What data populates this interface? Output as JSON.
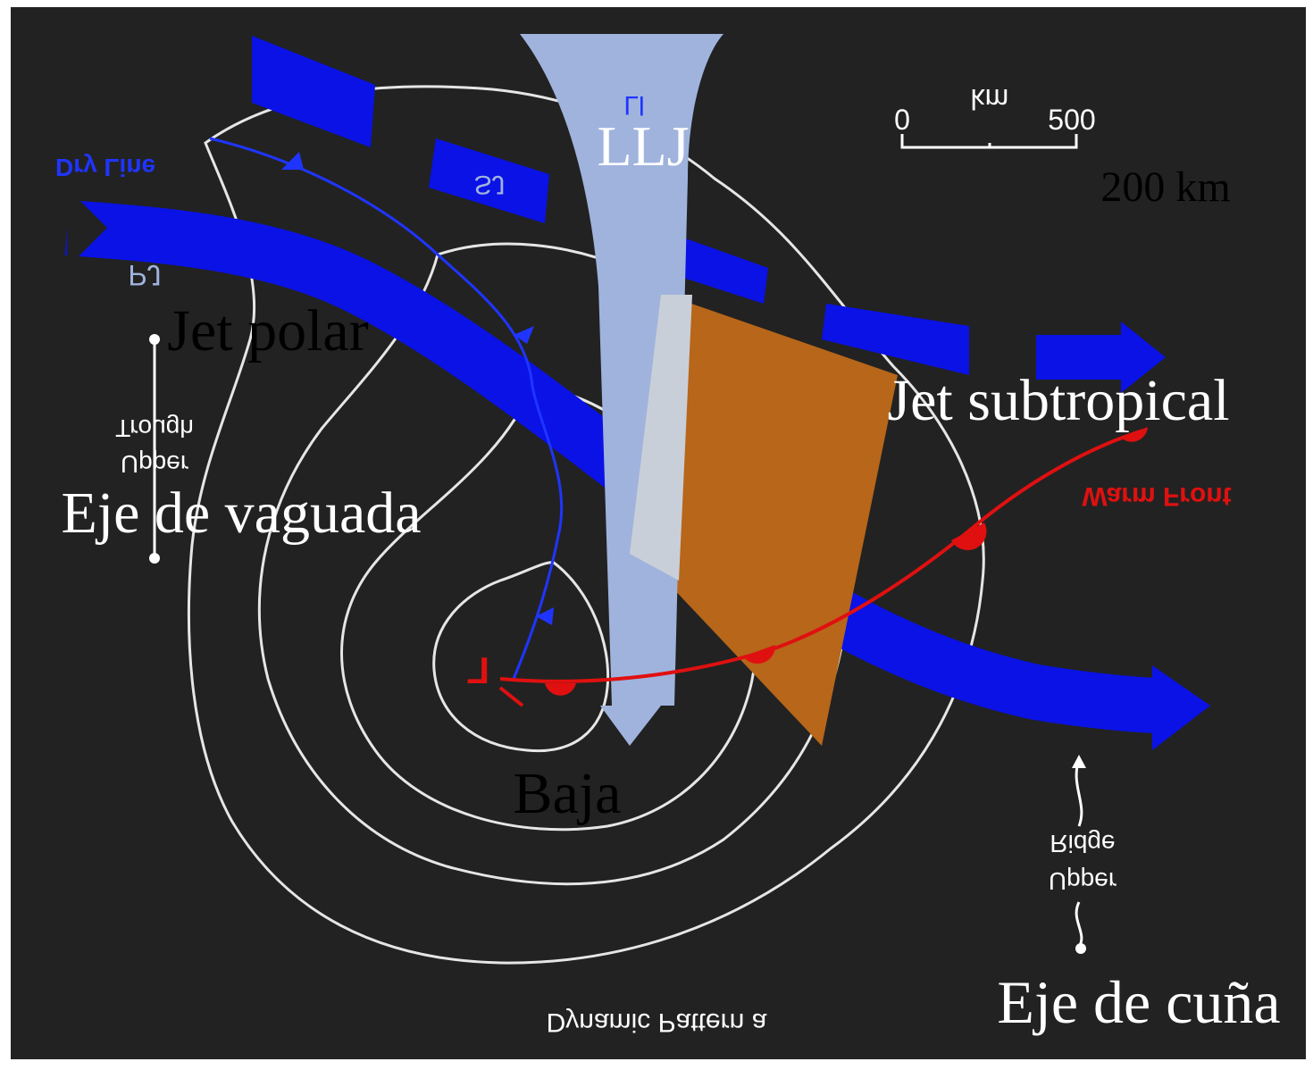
{
  "labels": {
    "llj": "LLJ",
    "jet_polar": "Jet polar",
    "jet_subtropical": "Jet subtropical",
    "eje_vaguada": "Eje de vaguada",
    "eje_cuna": "Eje de cuña",
    "baja": "Baja",
    "scale_200km": "200 km"
  },
  "mirrored_text": {
    "ll": "Ll",
    "sj": "SJ",
    "pj": "PJ",
    "dry_line": "Dry Line",
    "upper_trough_1": "Upper",
    "upper_trough_2": "Trough",
    "upper_ridge_1": "Upper",
    "upper_ridge_2": "Ridge",
    "warm_front": "Warm Front",
    "low_symbol": "L",
    "footer": "Dynamic Pattern a"
  },
  "scale_bar": {
    "unit": "km",
    "start": "0",
    "end": "500"
  },
  "colors": {
    "background": "#222222",
    "jet_blue": "#0a12e6",
    "llj_light": "#9fb3dd",
    "moist_tongue": "#b7661a",
    "front_red": "#e01010",
    "isobar": "#e6e6e6",
    "dryline_blue": "#1f35ff"
  }
}
